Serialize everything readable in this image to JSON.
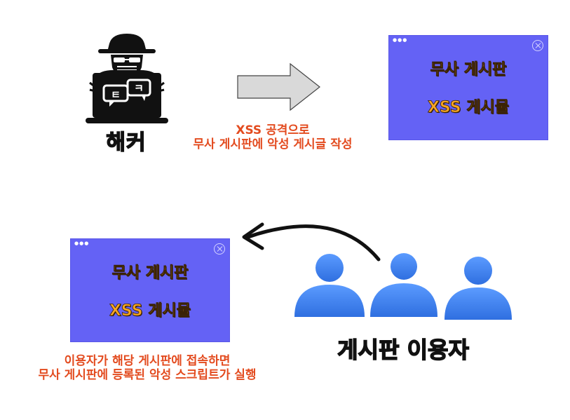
{
  "hacker": {
    "label": "해커",
    "icon": "hacker-icon",
    "laptop_icon": "chat-bubbles-icon"
  },
  "attack_caption": {
    "line1": "XSS 공격으로",
    "line2": "무사 게시판에 악성 게시글 작성"
  },
  "board_top": {
    "title": "무사  게시판",
    "post": "XSS 게시물",
    "dots": "●●●"
  },
  "board_bottom": {
    "title": "무사  게시판",
    "post": "XSS 게시물",
    "dots": "●●●"
  },
  "users": {
    "label": "게시판 이용자",
    "count": 3,
    "icon": "user-icon"
  },
  "access_caption": {
    "line1": "이용자가 해당 게시판에 접속하면",
    "line2": "무사 게시판에 등록된 악성 스크립트가 실행"
  },
  "colors": {
    "board_bg": "#6462f5",
    "board_text": "#f6a623",
    "caption": "#e34b1f",
    "user_blue": "#3b82f6",
    "arrow_gray": "#d9d9d9"
  }
}
